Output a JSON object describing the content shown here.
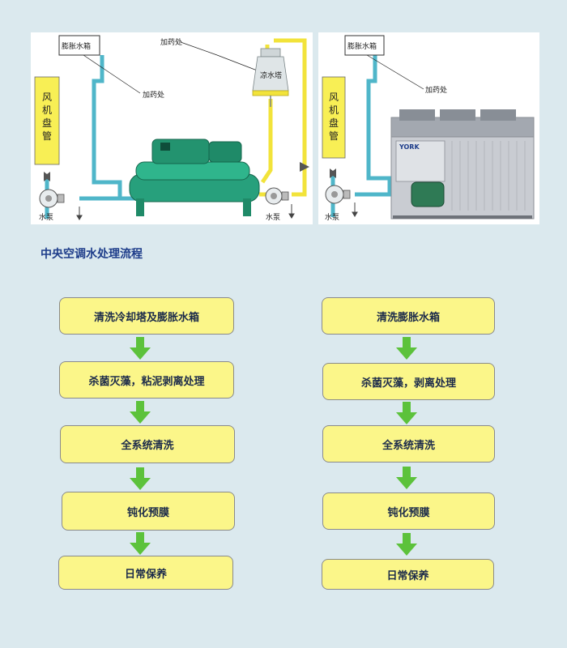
{
  "diagram_left": {
    "expansion_tank_label": "膨胀水箱",
    "dosing_top_label": "加药处",
    "dosing_mid_label": "加药处",
    "cooling_tower_label": "凉水塔",
    "fan_coil_label": "风机盘管",
    "pump_left_label": "水泵",
    "pump_right_label": "水泵"
  },
  "diagram_right": {
    "expansion_tank_label": "膨胀水箱",
    "dosing_label": "加药处",
    "fan_coil_label": "风机盘管",
    "pump_label": "水泵",
    "unit_brand": "YORK"
  },
  "section": {
    "title": "中央空调水处理流程"
  },
  "flow_left": {
    "steps": [
      "清洗冷却塔及膨胀水箱",
      "杀菌灭藻，粘泥剥离处理",
      "全系统清洗",
      "钝化预膜",
      "日常保养"
    ]
  },
  "flow_right": {
    "steps": [
      "清洗膨胀水箱",
      "杀菌灭藻，剥离处理",
      "全系统清洗",
      "钝化预膜",
      "日常保养"
    ]
  },
  "colors": {
    "box_fill": "#fbf689",
    "arrow": "#5cc23b",
    "pipe_blue": "#4fb6c9",
    "pipe_yellow": "#f2e33a",
    "title": "#1e3d8a",
    "background": "#dbe9ee"
  }
}
